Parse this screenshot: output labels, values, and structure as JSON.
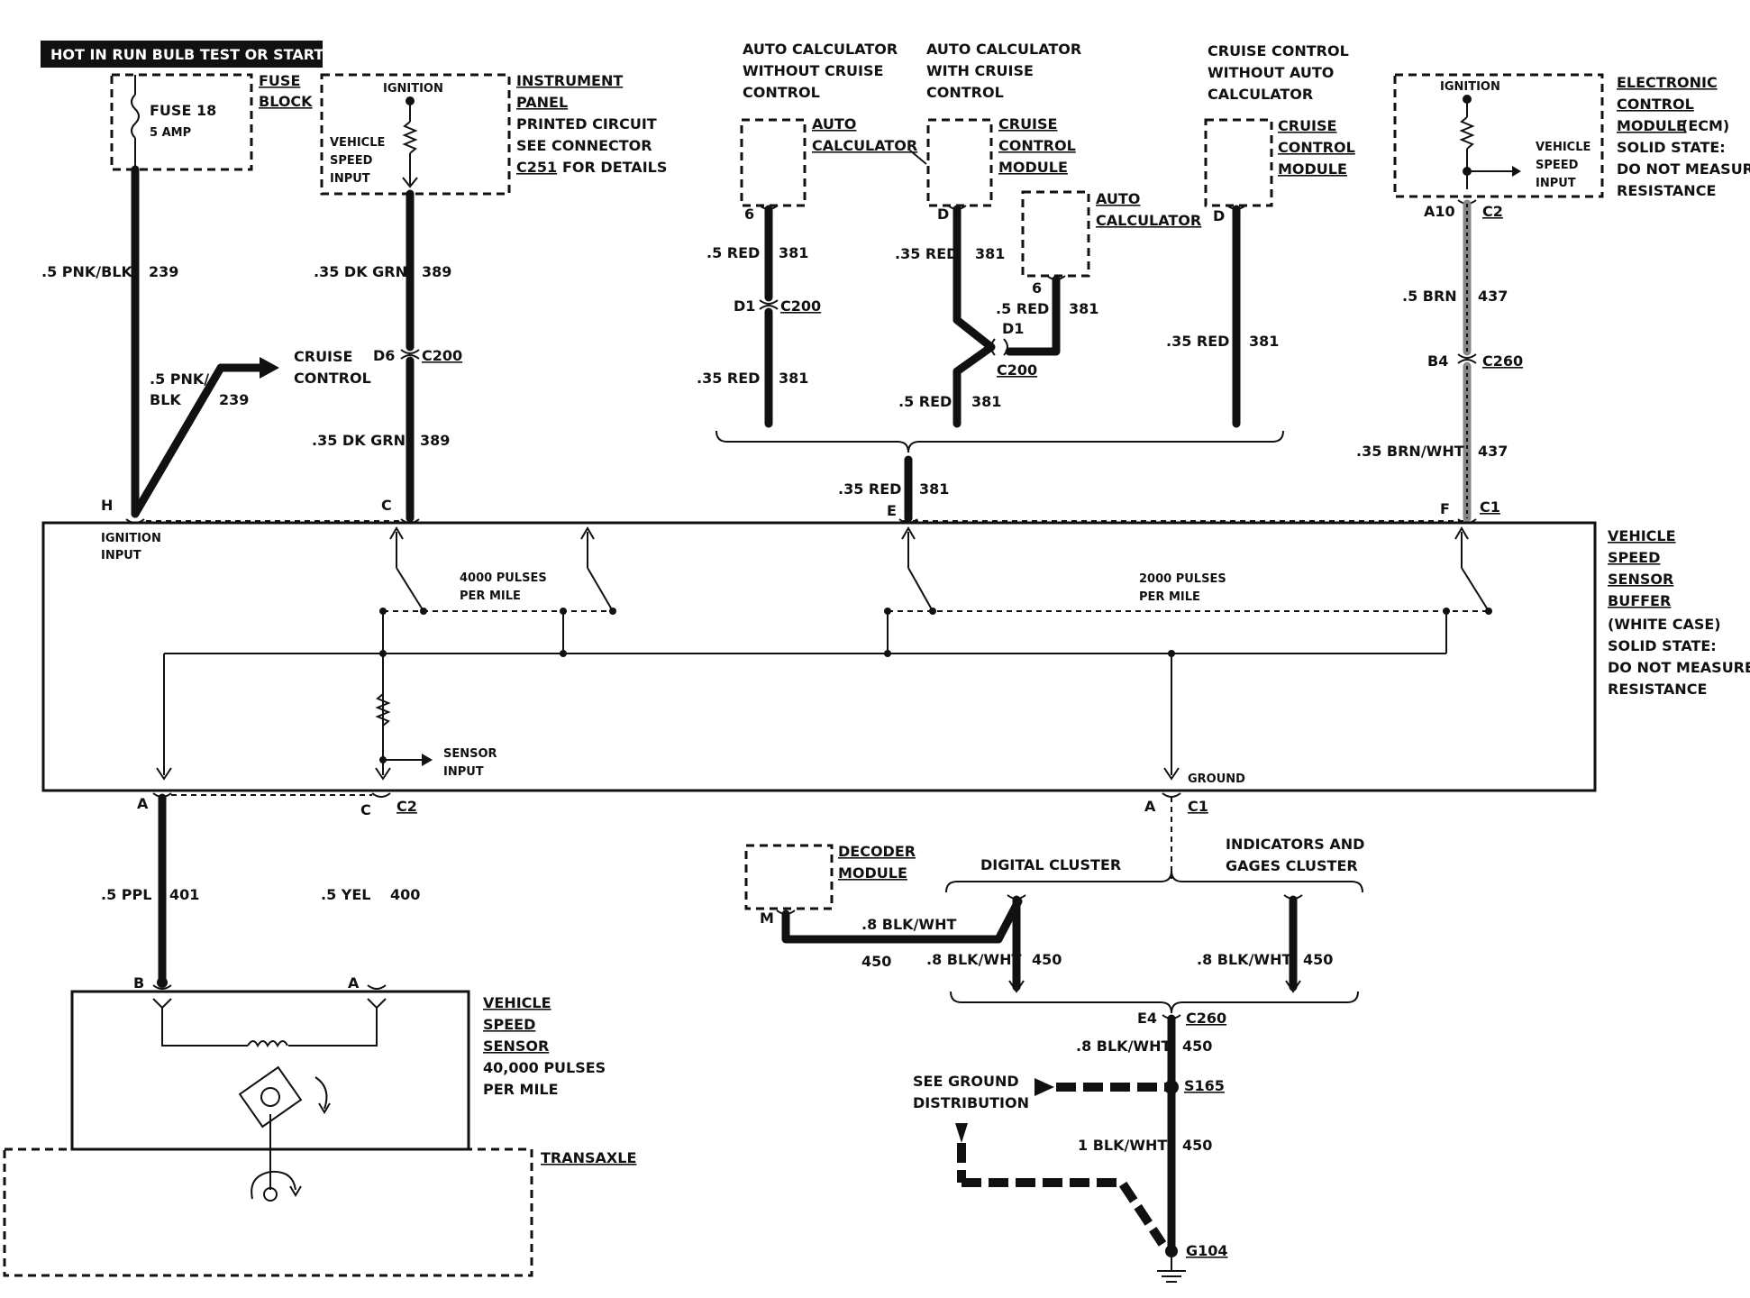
{
  "header": {
    "hot_label": "HOT IN RUN BULB TEST OR START"
  },
  "fuse_block": {
    "fuse": "FUSE 18",
    "rating": "5 AMP",
    "title_1": "FUSE",
    "title_2": "BLOCK"
  },
  "instrument_panel": {
    "ignition": "IGNITION",
    "vsi_1": "VEHICLE",
    "vsi_2": "SPEED",
    "vsi_3": "INPUT",
    "title_1": "INSTRUMENT",
    "title_2": "PANEL",
    "title_3": "PRINTED CIRCUIT",
    "title_4": "SEE CONNECTOR",
    "title_5a": "C251",
    "title_5b": "FOR DETAILS"
  },
  "config_headers": {
    "a1": "AUTO CALCULATOR",
    "a2": "WITHOUT CRUISE",
    "a3": "CONTROL",
    "b1": "AUTO CALCULATOR",
    "b2": "WITH CRUISE",
    "b3": "CONTROL",
    "c1": "CRUISE CONTROL",
    "c2": "WITHOUT AUTO",
    "c3": "CALCULATOR"
  },
  "modules": {
    "auto_calc_1": "AUTO",
    "auto_calc_2": "CALCULATOR",
    "cruise_1": "CRUISE",
    "cruise_2": "CONTROL",
    "cruise_3": "MODULE",
    "auto_calc_b1": "AUTO",
    "auto_calc_b2": "CALCULATOR",
    "cruise_c1": "CRUISE",
    "cruise_c2": "CONTROL",
    "cruise_c3": "MODULE"
  },
  "ecm": {
    "ignition": "IGNITION",
    "vsi_1": "VEHICLE",
    "vsi_2": "SPEED",
    "vsi_3": "INPUT",
    "t1": "ELECTRONIC",
    "t2": "CONTROL",
    "t3": "MODULE",
    "t3b": "(ECM)",
    "t4": "SOLID STATE:",
    "t5": "DO NOT MEASURE",
    "t6": "RESISTANCE"
  },
  "wires": {
    "w239_color": ".5 PNK/BLK",
    "w239_num": "239",
    "w239b_color_1": ".5 PNK/",
    "w239b_color_2": "BLK",
    "w239b_num": "239",
    "cruise_control_1": "CRUISE",
    "cruise_control_2": "CONTROL",
    "w389a_color": ".35 DK GRN",
    "w389a_num": "389",
    "w389b_color": ".35 DK GRN",
    "w389b_num": "389",
    "d6": "D6",
    "c200_a": "C200",
    "r381_a_color": ".5 RED",
    "r381_a_num": "381",
    "d1_a": "D1",
    "c200_b": "C200",
    "r381_b_color": ".35 RED",
    "r381_b_num": "381",
    "r381_c_color": ".35 RED",
    "r381_c_num": "381",
    "r381_d_color": ".5 RED",
    "r381_d_num": "381",
    "d1_b": "D1",
    "c200_c": "C200",
    "r381_e_color": ".5 RED",
    "r381_e_num": "381",
    "r381_f_color": ".35 RED",
    "r381_f_num": "381",
    "r381_g_color": ".35 RED",
    "r381_g_num": "381",
    "b437_color": ".5 BRN",
    "b437_num": "437",
    "b4": "B4",
    "c260_a": "C260",
    "bw437_color": ".35 BRN/WHT",
    "bw437_num": "437",
    "pin_6a": "6",
    "pin_d_a": "D",
    "pin_6b": "6",
    "pin_d_b": "D",
    "a10": "A10",
    "c2_ecm": "C2"
  },
  "buffer": {
    "pin_h": "H",
    "ign_input_1": "IGNITION",
    "ign_input_2": "INPUT",
    "pin_c": "C",
    "pin_e": "E",
    "pin_f": "F",
    "c1_top": "C1",
    "p4000_1": "4000 PULSES",
    "p4000_2": "PER MILE",
    "p2000_1": "2000 PULSES",
    "p2000_2": "PER MILE",
    "sensor_input_1": "SENSOR",
    "sensor_input_2": "INPUT",
    "ground": "GROUND",
    "t1": "VEHICLE",
    "t2": "SPEED",
    "t3": "SENSOR",
    "t4": "BUFFER",
    "t5": "(WHITE CASE)",
    "t6": "SOLID STATE:",
    "t7": "DO NOT MEASURE",
    "t8": "RESISTANCE",
    "pin_a_bot": "A",
    "pin_c_bot": "C",
    "c2_bot": "C2",
    "pin_a_gnd": "A",
    "c1_gnd": "C1"
  },
  "sensor": {
    "ppl_color": ".5 PPL",
    "ppl_num": "401",
    "yel_color": ".5 YEL",
    "yel_num": "400",
    "pin_b": "B",
    "pin_a": "A",
    "t1": "VEHICLE",
    "t2": "SPEED",
    "t3": "SENSOR",
    "t4": "40,000 PULSES",
    "t5": "PER MILE",
    "transaxle": "TRANSAXLE"
  },
  "ground_circuit": {
    "decoder_1": "DECODER",
    "decoder_2": "MODULE",
    "pin_m": "M",
    "digital_cluster": "DIGITAL CLUSTER",
    "ind_1": "INDICATORS AND",
    "ind_2": "GAGES CLUSTER",
    "w450a_color": ".8 BLK/WHT",
    "w450a_num": "450",
    "w450b_color": ".8 BLK/WHT",
    "w450b_num": "450",
    "w450c_color": ".8 BLK/WHT",
    "w450c_num": "450",
    "e4": "E4",
    "c260": "C260",
    "w450d_color": ".8 BLK/WHT",
    "w450d_num": "450",
    "see_ground_1": "SEE GROUND",
    "see_ground_2": "DISTRIBUTION",
    "s165": "S165",
    "w450e_color": "1 BLK/WHT",
    "w450e_num": "450",
    "g104": "G104"
  }
}
